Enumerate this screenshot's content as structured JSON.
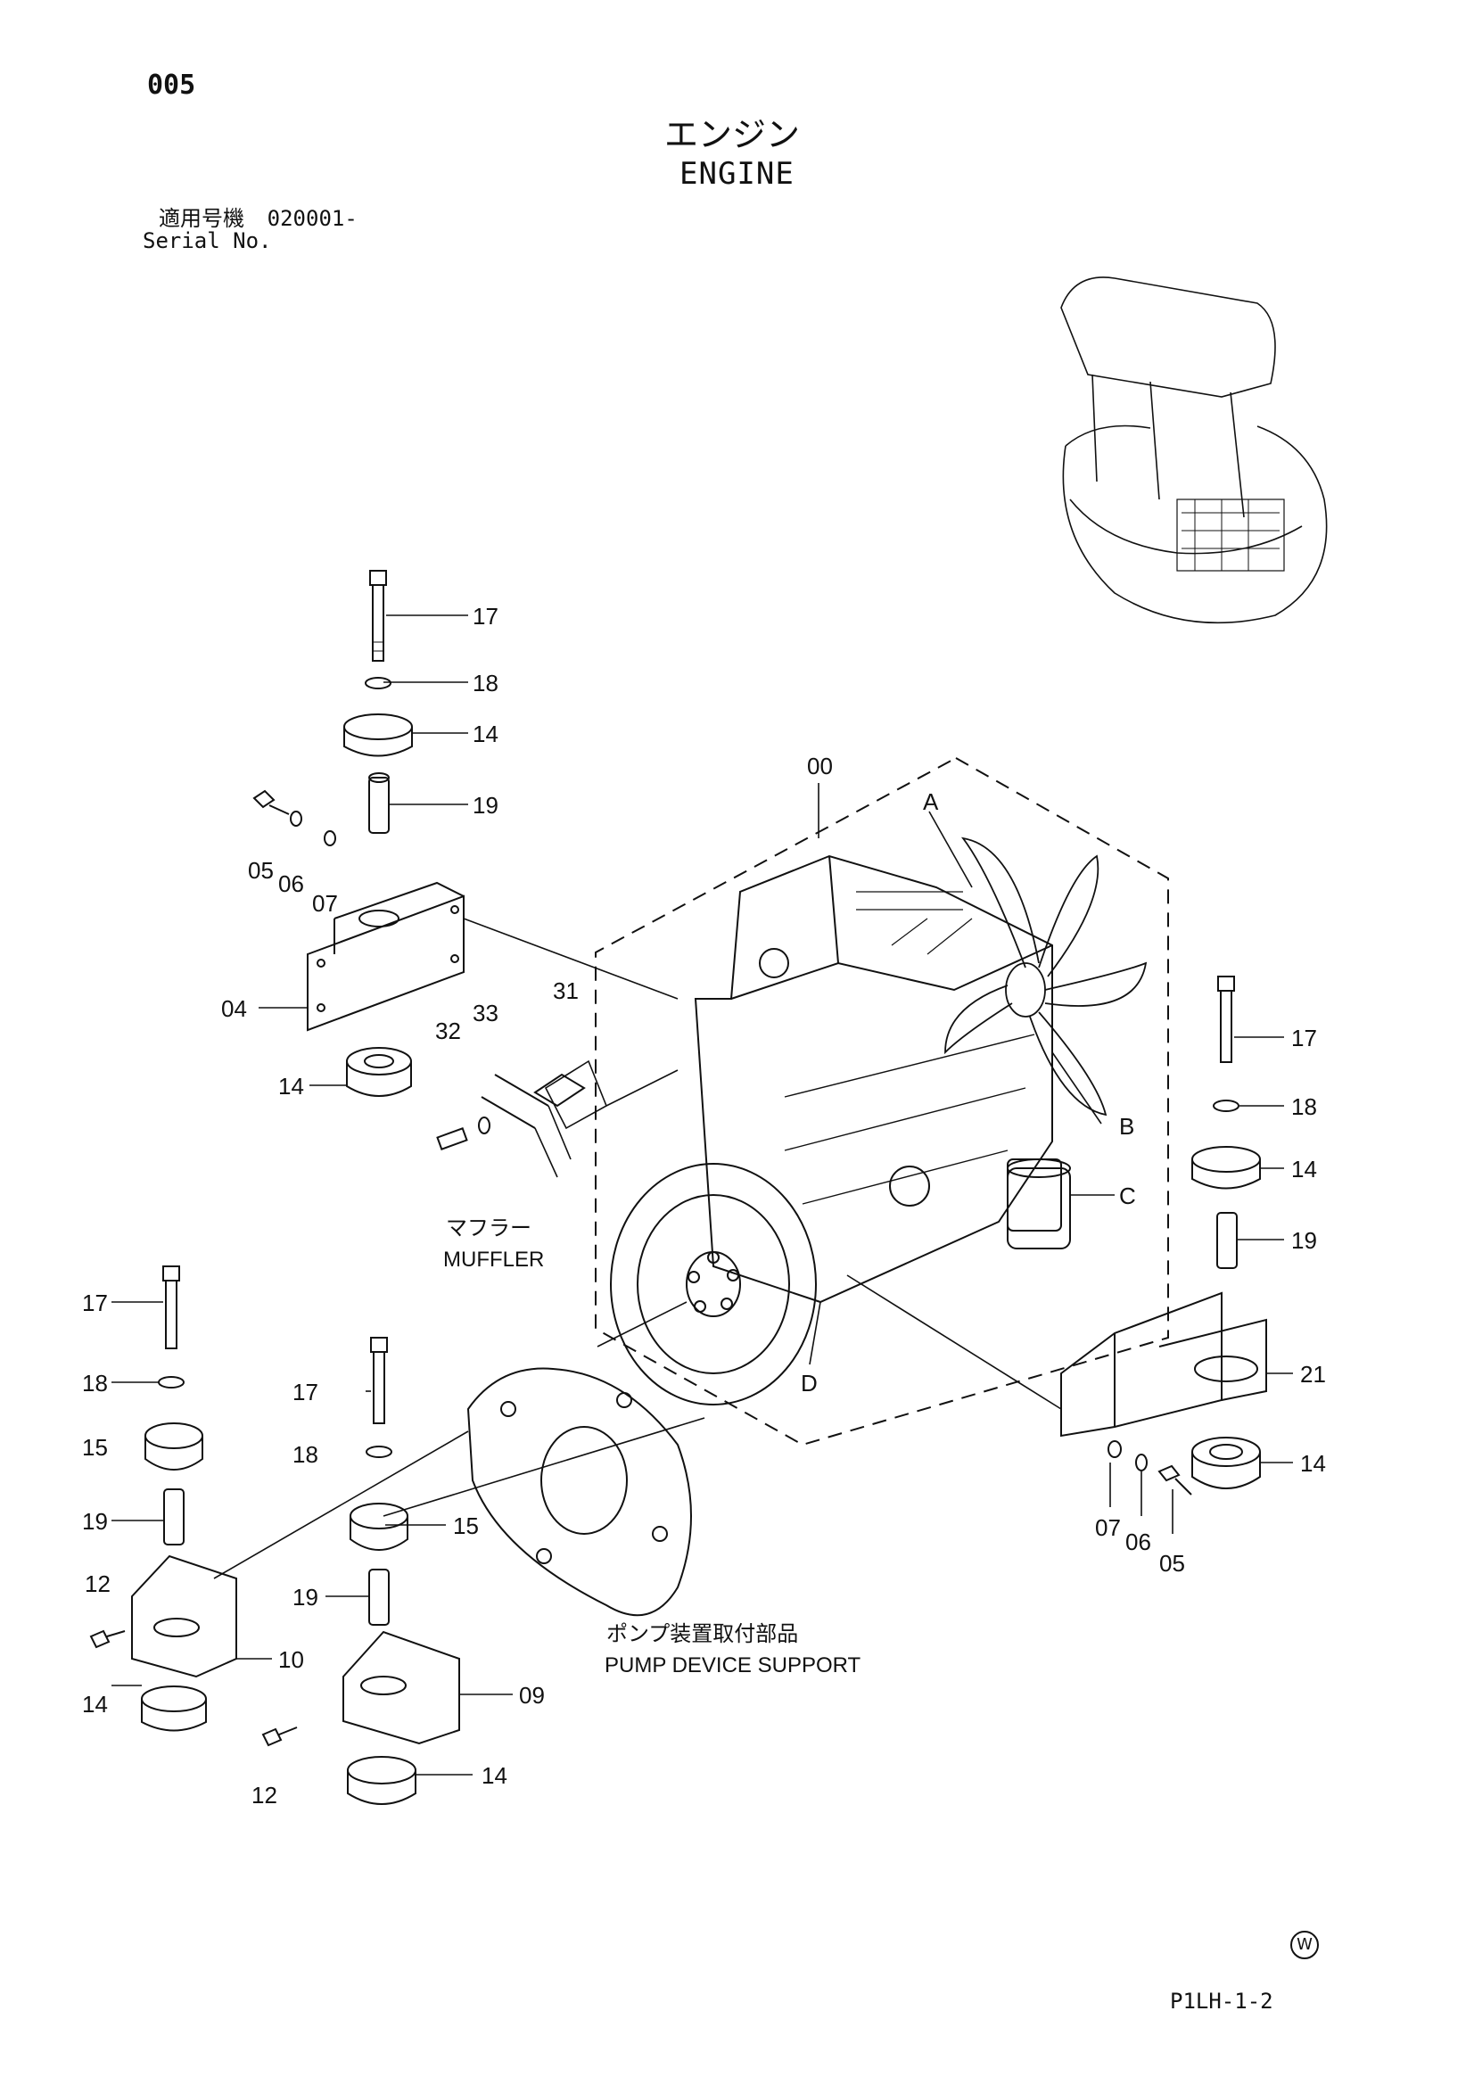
{
  "header": {
    "page_number": "005",
    "title_jp": "エンジン",
    "title_en": "ENGINE",
    "serial_label_jp": "適用号機",
    "serial_value": "020001-",
    "serial_label_en": "Serial No."
  },
  "callouts": {
    "c00": "00",
    "cA": "A",
    "cB": "B",
    "cC": "C",
    "cD": "D",
    "c17a": "17",
    "c18a": "18",
    "c14a": "14",
    "c19a": "19",
    "c05a": "05",
    "c06a": "06",
    "c07a": "07",
    "c04": "04",
    "c14b": "14",
    "c32": "32",
    "c33": "33",
    "c31": "31",
    "c17b": "17",
    "c18b": "18",
    "c14c": "14",
    "c19b": "19",
    "c21": "21",
    "c14d": "14",
    "c07b": "07",
    "c06b": "06",
    "c05b": "05",
    "c17c": "17",
    "c18c": "18",
    "c15a": "15",
    "c19c": "19",
    "c12a": "12",
    "c10": "10",
    "c14e": "14",
    "c17d": "17",
    "c18d": "18",
    "c15b": "15",
    "c19d": "19",
    "c09": "09",
    "c12b": "12",
    "c14f": "14"
  },
  "labels": {
    "muffler_jp": "マフラー",
    "muffler_en": "MUFFLER",
    "pump_jp": "ポンプ装置取付部品",
    "pump_en": "PUMP DEVICE SUPPORT"
  },
  "footer": {
    "watermark": "W",
    "page_ref": "P1LH-1-2"
  }
}
